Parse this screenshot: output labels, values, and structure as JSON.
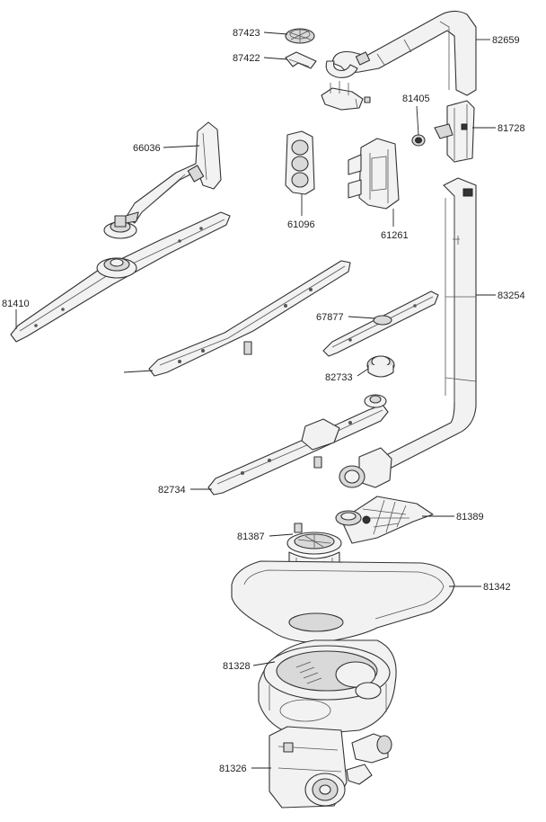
{
  "callouts": [
    {
      "id": "87423",
      "label": "87423"
    },
    {
      "id": "87422",
      "label": "87422"
    },
    {
      "id": "82659",
      "label": "82659"
    },
    {
      "id": "81405",
      "label": "81405"
    },
    {
      "id": "81728",
      "label": "81728"
    },
    {
      "id": "66036",
      "label": "66036"
    },
    {
      "id": "61096",
      "label": "61096"
    },
    {
      "id": "61261",
      "label": "61261"
    },
    {
      "id": "81410",
      "label": "81410"
    },
    {
      "id": "83254",
      "label": "83254"
    },
    {
      "id": "67877",
      "label": "67877"
    },
    {
      "id": "82733",
      "label": "82733"
    },
    {
      "id": "82734",
      "label": "82734"
    },
    {
      "id": "81389",
      "label": "81389"
    },
    {
      "id": "81387",
      "label": "81387"
    },
    {
      "id": "81342",
      "label": "81342"
    },
    {
      "id": "81328",
      "label": "81328"
    },
    {
      "id": "81326",
      "label": "81326"
    }
  ]
}
